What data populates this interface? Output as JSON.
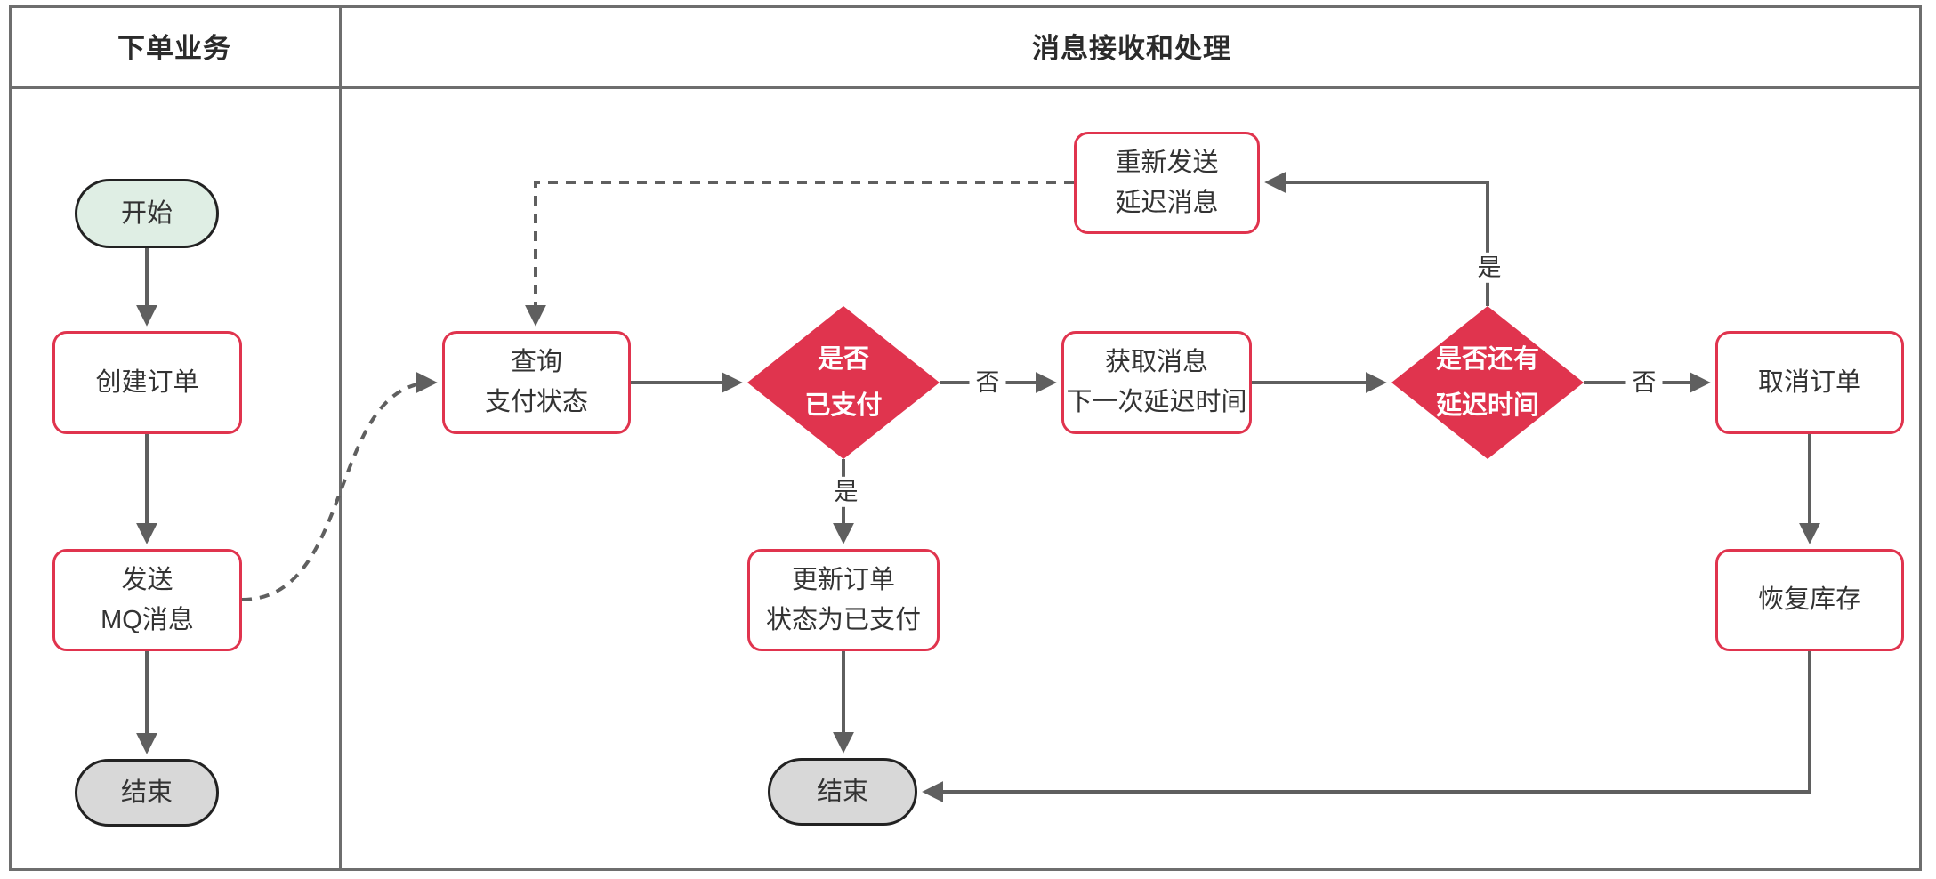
{
  "lanes": {
    "left": {
      "title": "下单业务"
    },
    "right": {
      "title": "消息接收和处理"
    }
  },
  "nodes": {
    "start": {
      "label": "开始",
      "type": "terminal-start"
    },
    "create_order": {
      "label": "创建订单",
      "type": "process"
    },
    "send_mq": {
      "label": "发送\nMQ消息",
      "type": "process"
    },
    "end_left": {
      "label": "结束",
      "type": "terminal-end"
    },
    "query_payment": {
      "label": "查询\n支付状态",
      "type": "process"
    },
    "is_paid": {
      "label": "是否\n已支付",
      "type": "decision"
    },
    "get_next_delay": {
      "label": "获取消息\n下一次延迟时间",
      "type": "process"
    },
    "has_delay": {
      "label": "是否还有\n延迟时间",
      "type": "decision"
    },
    "resend_delay": {
      "label": "重新发送\n延迟消息",
      "type": "process"
    },
    "update_order": {
      "label": "更新订单\n状态为已支付",
      "type": "process"
    },
    "cancel_order": {
      "label": "取消订单",
      "type": "process"
    },
    "restore_stock": {
      "label": "恢复库存",
      "type": "process"
    },
    "end_mid": {
      "label": "结束",
      "type": "terminal-end"
    }
  },
  "edge_labels": {
    "is_paid_no": "否",
    "is_paid_yes": "是",
    "has_delay_no": "否",
    "has_delay_yes": "是"
  },
  "colors": {
    "accent_red": "#e0344e",
    "line_gray": "#5f5f5f",
    "frame_gray": "#6e6e6e",
    "start_fill": "#dfeee4",
    "end_fill": "#d8d8d8",
    "text": "#333333"
  }
}
